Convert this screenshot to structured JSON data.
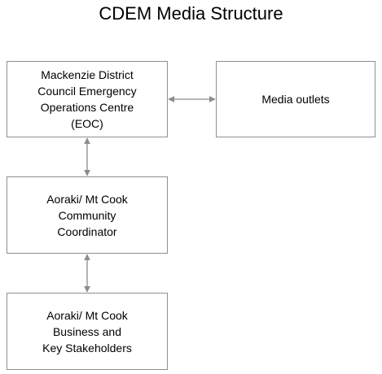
{
  "title": "CDEM Media Structure",
  "nodes": {
    "eoc": "Mackenzie District\nCouncil Emergency\nOperations Centre\n(EOC)",
    "media": "Media outlets",
    "community": "Aoraki/ Mt Cook\nCommunity\nCoordinator",
    "business": "Aoraki/ Mt Cook\nBusiness and\nKey Stakeholders"
  },
  "edges": [
    {
      "from": "eoc",
      "to": "media",
      "direction": "bidirectional"
    },
    {
      "from": "eoc",
      "to": "community",
      "direction": "bidirectional"
    },
    {
      "from": "community",
      "to": "business",
      "direction": "bidirectional"
    }
  ],
  "colors": {
    "box_border": "#8f8f8f",
    "connector": "#8c8c8c",
    "text": "#000000"
  }
}
